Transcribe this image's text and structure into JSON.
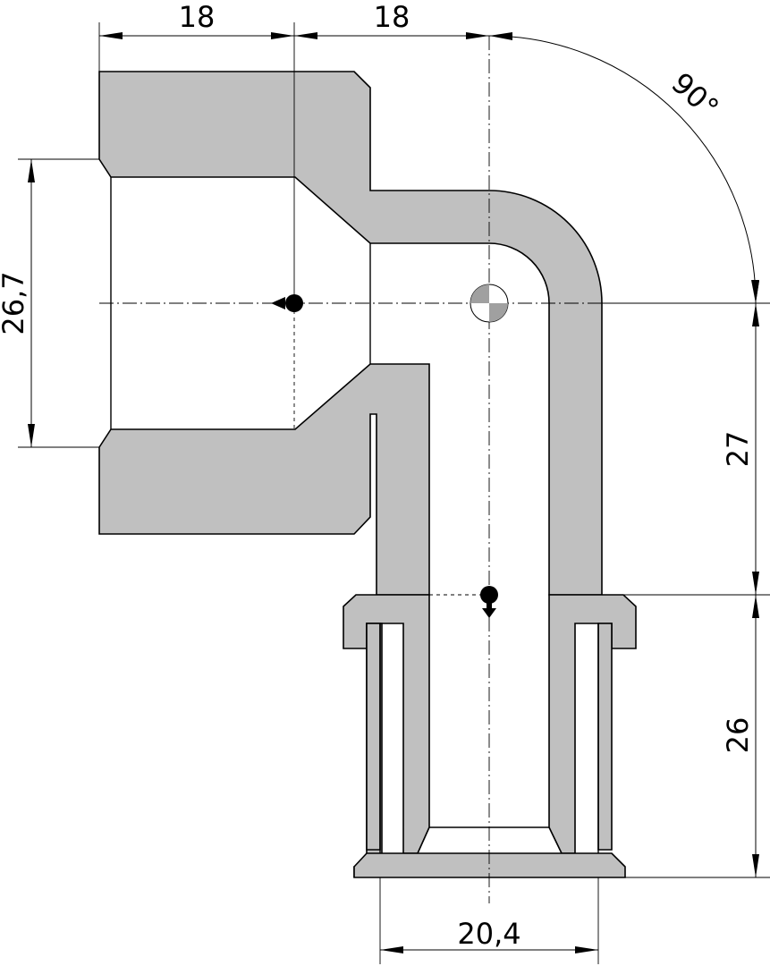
{
  "dimensions": {
    "top_left_width": "18",
    "top_right_width": "18",
    "angle": "90°",
    "inlet_diameter": "26,7",
    "vertical_upper": "27",
    "vertical_lower": "26",
    "outlet_diameter": "20,4"
  },
  "colors": {
    "body": "#c0c0c0",
    "line": "#000000",
    "background": "#ffffff"
  },
  "symbols": [
    "center-of-gravity-icon",
    "connection-point-icon"
  ]
}
